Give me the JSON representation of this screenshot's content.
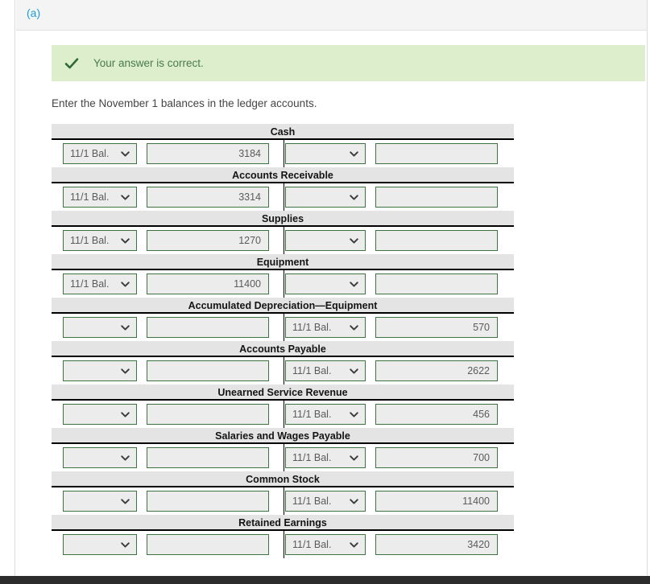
{
  "panel": {
    "part_label": "(a)"
  },
  "alert": {
    "icon": "check-icon",
    "message": "Your answer is correct."
  },
  "instruction": "Enter the November 1 balances in the ledger accounts.",
  "colors": {
    "accent_blue": "#1b9bd8",
    "success_bg": "#ddeecd",
    "success_text": "#4a7a4f",
    "field_border": "#3c7340",
    "field_bg": "#ececec",
    "title_bg": "#e4e4e4"
  },
  "ledger": {
    "accounts": [
      {
        "title": "Cash",
        "debit_select": "11/1 Bal.",
        "debit_amount": "3184",
        "credit_select": "",
        "credit_amount": ""
      },
      {
        "title": "Accounts Receivable",
        "debit_select": "11/1 Bal.",
        "debit_amount": "3314",
        "credit_select": "",
        "credit_amount": ""
      },
      {
        "title": "Supplies",
        "debit_select": "11/1 Bal.",
        "debit_amount": "1270",
        "credit_select": "",
        "credit_amount": ""
      },
      {
        "title": "Equipment",
        "debit_select": "11/1 Bal.",
        "debit_amount": "11400",
        "credit_select": "",
        "credit_amount": ""
      },
      {
        "title": "Accumulated Depreciation—Equipment",
        "debit_select": "",
        "debit_amount": "",
        "credit_select": "11/1 Bal.",
        "credit_amount": "570"
      },
      {
        "title": "Accounts Payable",
        "debit_select": "",
        "debit_amount": "",
        "credit_select": "11/1 Bal.",
        "credit_amount": "2622"
      },
      {
        "title": "Unearned Service Revenue",
        "debit_select": "",
        "debit_amount": "",
        "credit_select": "11/1 Bal.",
        "credit_amount": "456"
      },
      {
        "title": "Salaries and Wages Payable",
        "debit_select": "",
        "debit_amount": "",
        "credit_select": "11/1 Bal.",
        "credit_amount": "700"
      },
      {
        "title": "Common Stock",
        "debit_select": "",
        "debit_amount": "",
        "credit_select": "11/1 Bal.",
        "credit_amount": "11400"
      },
      {
        "title": "Retained Earnings",
        "debit_select": "",
        "debit_amount": "",
        "credit_select": "11/1 Bal.",
        "credit_amount": "3420"
      }
    ]
  }
}
